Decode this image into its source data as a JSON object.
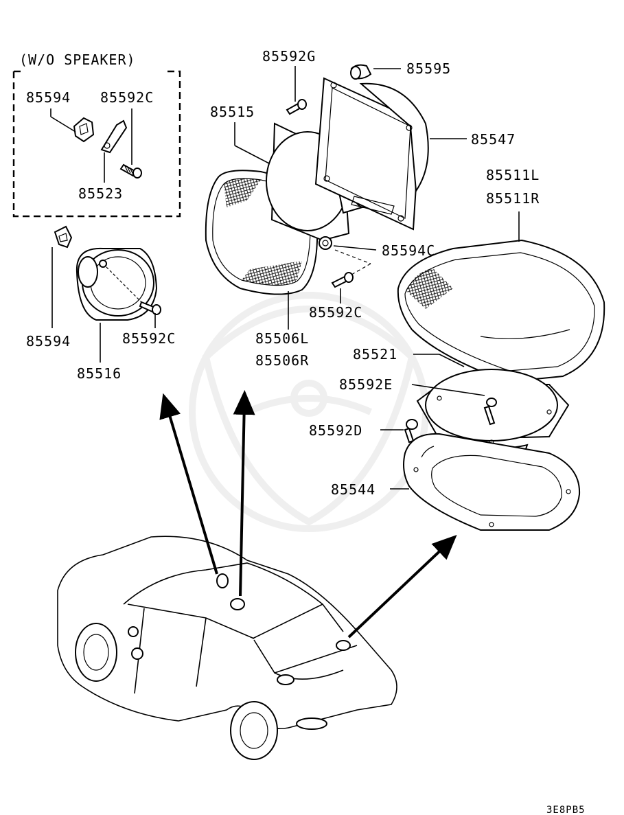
{
  "diagram": {
    "group_label": "(W/O SPEAKER)",
    "figure_code": "3E8PB5",
    "callouts": {
      "p85594_a": "85594",
      "p85592c_a": "85592C",
      "p85523": "85523",
      "p85594_b": "85594",
      "p85592c_b": "85592C",
      "p85516": "85516",
      "p85592g": "85592G",
      "p85595": "85595",
      "p85515": "85515",
      "p85547": "85547",
      "p85594c": "85594C",
      "p85592c_c": "85592C",
      "p85506l": "85506L",
      "p85506r": "85506R",
      "p85511l": "85511L",
      "p85511r": "85511R",
      "p85521": "85521",
      "p85592e": "85592E",
      "p85592d": "85592D",
      "p85544": "85544"
    }
  }
}
